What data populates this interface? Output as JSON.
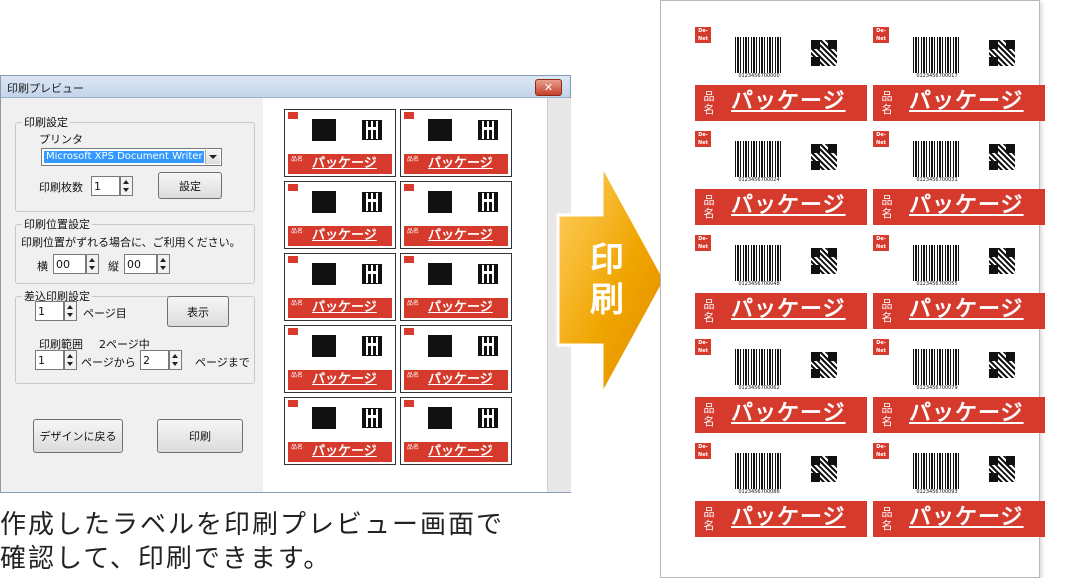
{
  "dialog": {
    "title": "印刷プレビュー",
    "close_label": "✕",
    "print_settings": {
      "legend": "印刷設定",
      "printer_label": "プリンタ",
      "printer_value": "Microsoft XPS Document Writer",
      "copies_label": "印刷枚数",
      "copies_value": "1",
      "settings_button": "設定"
    },
    "position_settings": {
      "legend": "印刷位置設定",
      "note": "印刷位置がずれる場合に、ご利用ください。",
      "horizontal_label": "横",
      "horizontal_value": "00",
      "vertical_label": "縦",
      "vertical_value": "00"
    },
    "merge_settings": {
      "legend": "差込印刷設定",
      "page_value": "1",
      "page_suffix": "ページ目",
      "show_button": "表示",
      "range_label": "印刷範囲",
      "range_total": "2ページ中",
      "from_value": "1",
      "from_suffix": "ページから",
      "to_value": "2",
      "to_suffix": "ページまで"
    },
    "back_button": "デザインに戻る",
    "print_button": "印刷"
  },
  "label": {
    "product_name": "パッケージ",
    "name_tag": "品名",
    "logo_text": "De-Net"
  },
  "arrow": {
    "text_line1": "印",
    "text_line2": "刷",
    "color": "#f0a500"
  },
  "caption": {
    "line1": "作成したラベルを印刷プレビュー画面で",
    "line2": "確認して、印刷できます。"
  },
  "printed_sheet": {
    "barcodes": [
      "0123456700000",
      "0123456700017",
      "0123456700024",
      "0123456700031",
      "0123456700048",
      "0123456700055",
      "0123456700062",
      "0123456700079",
      "0123456700086",
      "0123456700093"
    ]
  },
  "colors": {
    "label_red": "#d63a2c",
    "selection_blue": "#3399ff"
  }
}
